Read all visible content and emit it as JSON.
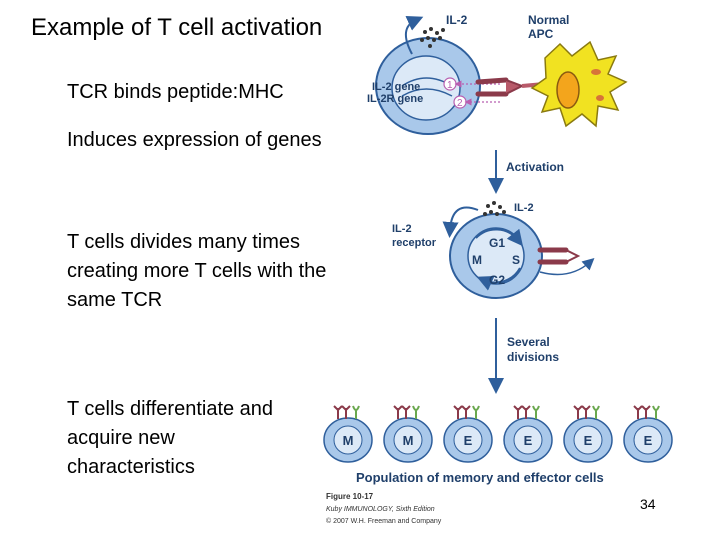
{
  "slide": {
    "title": "Example of T cell activation",
    "bullets": [
      "TCR binds peptide:MHC",
      "Induces expression of genes",
      "T cells divides many times creating more T cells with the same TCR",
      "T cells differentiate and acquire new characteristics"
    ],
    "page_number": "34"
  },
  "figure": {
    "labels": {
      "il2_top": "IL-2",
      "normal_apc": [
        "Normal",
        "APC"
      ],
      "il2_gene": "IL-2 gene",
      "il2r_gene": "IL-2R gene",
      "gene_step_1": "1",
      "gene_step_2": "2",
      "activation": "Activation",
      "il2_mid": "IL-2",
      "il2_receptor": [
        "IL-2",
        "receptor"
      ],
      "cycle_g1": "G1",
      "cycle_s": "S",
      "cycle_g2": "G2",
      "cycle_m": "M",
      "several_divisions": [
        "Several",
        "divisions"
      ],
      "population_caption": "Population of memory and effector cells"
    },
    "population_cells": [
      "M",
      "M",
      "E",
      "E",
      "E",
      "E"
    ],
    "credit": {
      "figure": "Figure 10-17",
      "book": "Kuby IMMUNOLOGY, Sixth Edition",
      "copyright": "© 2007 W.H. Freeman and Company"
    },
    "colors": {
      "cell_outer": "#a9c8ea",
      "cell_inner": "#dce9f7",
      "cell_border": "#2f5f9c",
      "label_text": "#1f3f6a",
      "apc_yellow": "#f1e221",
      "apc_nucleus": "#f3a51c",
      "receptor": "#8b3a4a",
      "arrow": "#2f5f9c",
      "gene_pointer": "#b85fb0"
    }
  }
}
